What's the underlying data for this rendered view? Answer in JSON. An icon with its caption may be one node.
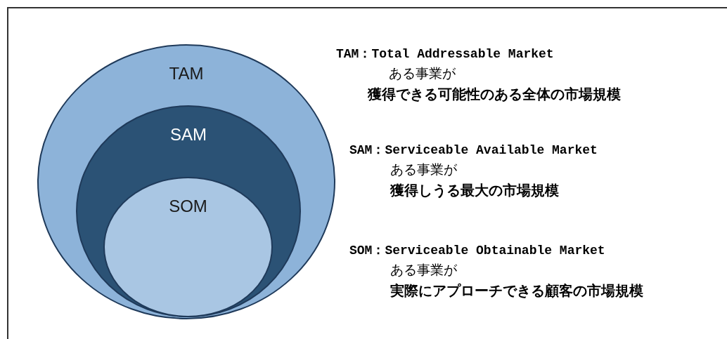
{
  "diagram": {
    "nodes": [
      {
        "text": [
          "TAM"
        ]
      },
      {
        "text": [
          "SAM"
        ],
        "in": 0
      },
      {
        "text": [
          "SOM"
        ],
        "in": 1
      }
    ],
    "labels": [
      "TAM：Total Addressable Market",
      "ある事業が",
      "獲得できる可能性のある全体の市場規模",
      "SAM：Serviceable Available Market",
      "ある事業が",
      "獲得しうる最大の市場規模",
      "SOM：Serviceable Obtainable Market",
      "ある事業が",
      "実際にアプローチできる顧客の市場規模"
    ]
  }
}
